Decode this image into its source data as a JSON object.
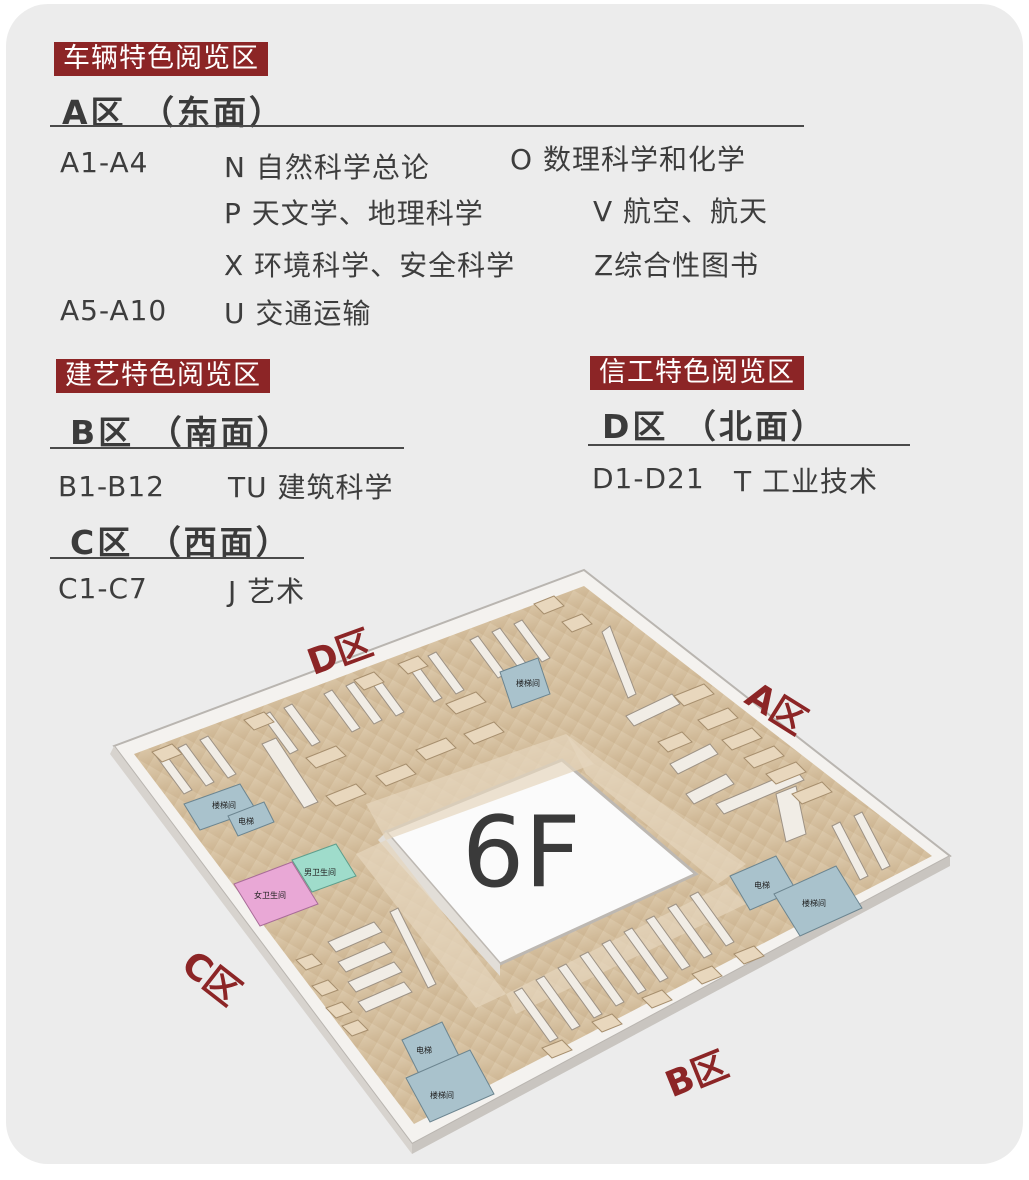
{
  "zone_a": {
    "tag": "车辆特色阅览区",
    "title": "A区 （东面）",
    "rows": [
      {
        "range": "A1-A4",
        "items": [
          "N 自然科学总论",
          "O 数理科学和化学",
          "P 天文学、地理科学",
          "V 航空、航天",
          "X 环境科学、安全科学",
          "Z综合性图书"
        ]
      },
      {
        "range": "A5-A10",
        "items": [
          "U 交通运输"
        ]
      }
    ]
  },
  "zone_b": {
    "tag": "建艺特色阅览区",
    "title": "B区 （南面）",
    "rows": [
      {
        "range": "B1-B12",
        "items": [
          "TU 建筑科学"
        ]
      }
    ]
  },
  "zone_c": {
    "title": "C区 （西面）",
    "rows": [
      {
        "range": "C1-C7",
        "items": [
          "J 艺术"
        ]
      }
    ]
  },
  "zone_d": {
    "tag": "信工特色阅览区",
    "title": "D区 （北面）",
    "rows": [
      {
        "range": "D1-D21",
        "items": [
          "T 工业技术"
        ]
      }
    ]
  },
  "map": {
    "floor": "6F",
    "side_labels": {
      "d": "D区",
      "a": "A区",
      "c": "C区",
      "b": "B区"
    },
    "rooms": {
      "stair": "楼梯间",
      "elevator": "电梯",
      "mens_restroom": "男卫生间",
      "womens_restroom": "女卫生间"
    }
  },
  "colors": {
    "accent": "#8c2526",
    "floor_wood": "#d8c4a6",
    "stair_blue": "#a9c2cc",
    "mens_teal": "#9fdccb",
    "womens_pink": "#e9a8d6"
  }
}
